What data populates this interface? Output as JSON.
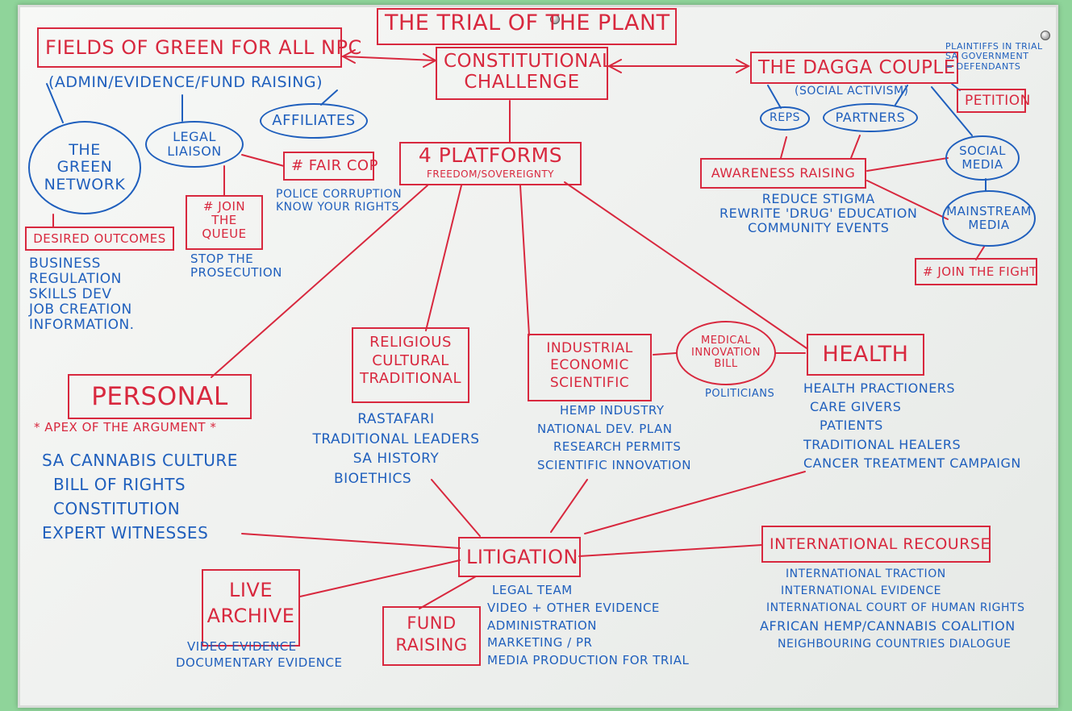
{
  "colors": {
    "red_marker": "#d8283e",
    "blue_marker": "#1f5fbd",
    "wall": "#8fd49a",
    "board": "#f3f5f3"
  },
  "title": "THE TRIAL OF THE PLANT",
  "fields_of_green": {
    "name": "FIELDS OF GREEN FOR ALL NPC",
    "roles": "(ADMIN/EVIDENCE/FUND RAISING)",
    "affiliates": "AFFILIATES",
    "green_network": "THE GREEN NETWORK",
    "legal_liaison": "LEGAL LIAISON",
    "fair_cop": "# FAIR COP",
    "fair_cop_notes": [
      "POLICE CORRUPTION",
      "KNOW YOUR RIGHTS"
    ],
    "join_queue": "# JOIN THE QUEUE",
    "join_queue_notes": [
      "STOP THE",
      "PROSECUTION"
    ],
    "desired_outcomes": "DESIRED OUTCOMES",
    "desired_outcomes_notes": [
      "BUSINESS",
      "REGULATION",
      "SKILLS DEV",
      "JOB CREATION",
      "INFORMATION."
    ]
  },
  "constitutional_challenge": "CONSTITUTIONAL CHALLENGE",
  "dagga_couple": {
    "name": "THE DAGGA COUPLE",
    "subtitle": "(SOCIAL ACTIVISM)",
    "plaintiffs": [
      "PLAINTIFFS IN TRIAL",
      "SA GOVERNMENT",
      "= DEFENDANTS"
    ],
    "petition": "PETITION",
    "reps": "REPS",
    "partners": "PARTNERS",
    "social_media": "SOCIAL MEDIA",
    "mainstream_media": "MAINSTREAM MEDIA",
    "awareness": "AWARENESS RAISING",
    "awareness_notes": [
      "REDUCE STIGMA",
      "REWRITE 'DRUG' EDUCATION",
      "COMMUNITY EVENTS"
    ],
    "join_fight": "# JOIN THE FIGHT"
  },
  "platforms": {
    "title": "4 PLATFORMS",
    "subtitle": "FREEDOM/SOVEREIGNTY"
  },
  "personal": {
    "title": "PERSONAL",
    "apex": "* APEX OF THE ARGUMENT *",
    "notes": [
      "SA CANNABIS CULTURE",
      "BILL OF RIGHTS",
      "CONSTITUTION",
      "EXPERT WITNESSES"
    ]
  },
  "religious": {
    "title": "RELIGIOUS CULTURAL TRADITIONAL",
    "notes": [
      "RASTAFARI",
      "TRADITIONAL LEADERS",
      "SA HISTORY",
      "BIOETHICS"
    ]
  },
  "industrial": {
    "title": "INDUSTRIAL ECONOMIC SCIENTIFIC",
    "notes": [
      "HEMP INDUSTRY",
      "NATIONAL DEV. PLAN",
      "RESEARCH PERMITS",
      "SCIENTIFIC INNOVATION"
    ]
  },
  "medical_bill": {
    "title": "MEDICAL INNOVATION BILL",
    "note": "POLITICIANS"
  },
  "health": {
    "title": "HEALTH",
    "notes": [
      "HEALTH PRACTIONERS",
      "CARE GIVERS",
      "PATIENTS",
      "TRADITIONAL HEALERS",
      "CANCER TREATMENT CAMPAIGN"
    ]
  },
  "litigation": {
    "title": "LITIGATION",
    "notes": [
      "LEGAL TEAM",
      "VIDEO + OTHER EVIDENCE",
      "ADMINISTRATION",
      "MARKETING / PR",
      "MEDIA PRODUCTION FOR TRIAL"
    ]
  },
  "live_archive": {
    "title": "LIVE ARCHIVE",
    "notes": [
      "VIDEO EVIDENCE",
      "DOCUMENTARY EVIDENCE"
    ]
  },
  "fund_raising": "FUND RAISING",
  "international": {
    "title": "INTERNATIONAL RECOURSE",
    "notes": [
      "INTERNATIONAL TRACTION",
      "INTERNATIONAL EVIDENCE",
      "INTERNATIONAL COURT OF HUMAN RIGHTS",
      "AFRICAN HEMP/CANNABIS COALITION",
      "NEIGHBOURING COUNTRIES DIALOGUE"
    ]
  }
}
